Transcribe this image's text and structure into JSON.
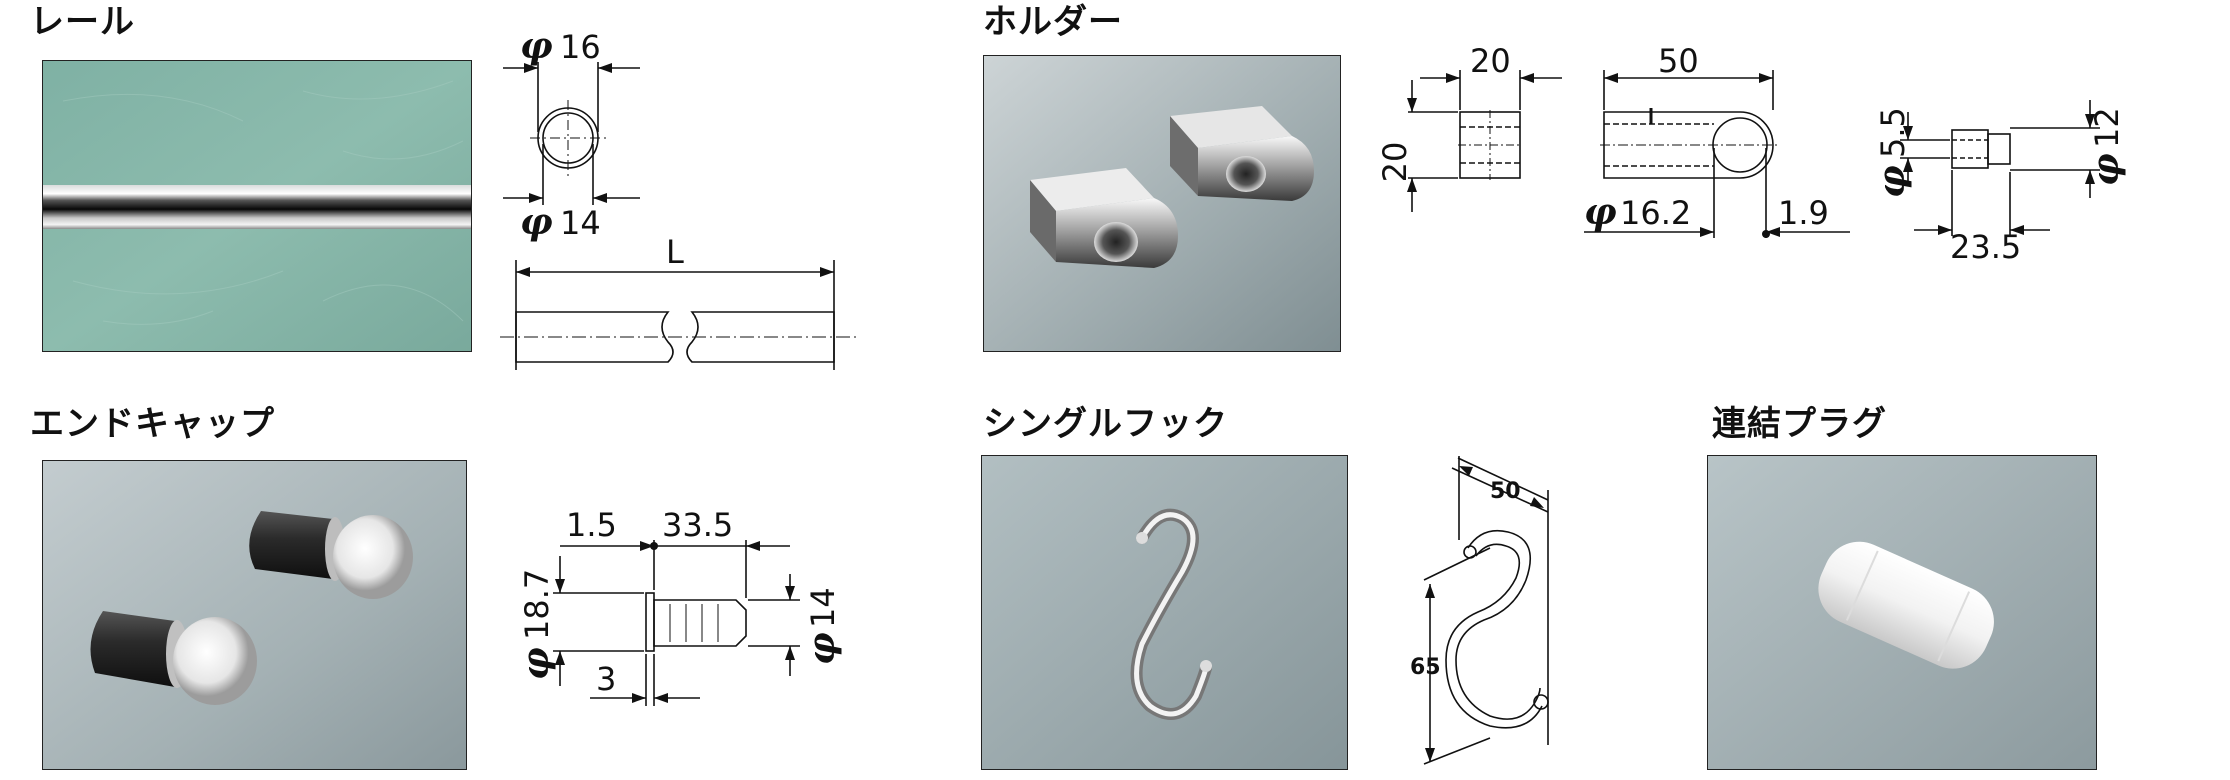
{
  "sections": {
    "rail": {
      "title": "レール",
      "dims": {
        "outer": "16",
        "inner": "14",
        "length": "L"
      }
    },
    "holder": {
      "title": "ホルダー",
      "dims": {
        "side_w": "20",
        "side_h": "20",
        "top_w": "50",
        "bore": "16.2",
        "gap": "1.9",
        "side_hole": "5.5",
        "side_len": "23.5",
        "side_dia": "12"
      }
    },
    "endcap": {
      "title": "エンドキャップ",
      "dims": {
        "flange": "1.5",
        "length": "33.5",
        "head_dia": "18.7",
        "body_dia": "14",
        "thickness": "3"
      }
    },
    "hook": {
      "title": "シングルフック",
      "dims": {
        "width": "50",
        "height": "65"
      }
    },
    "plug": {
      "title": "連結プラグ"
    }
  },
  "symbols": {
    "diameter": "φ"
  }
}
